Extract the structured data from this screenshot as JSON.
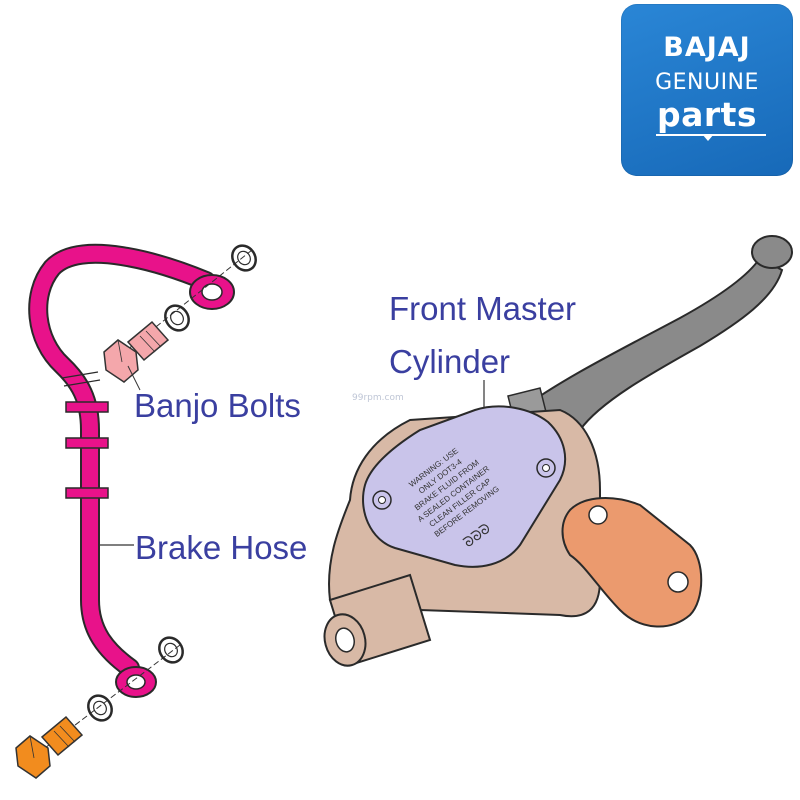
{
  "logo": {
    "brand": "BAJAJ",
    "line2": "GENUINE",
    "line3": "parts",
    "background_color": "#1f78c8"
  },
  "labels": {
    "front_master": "Front Master",
    "cylinder": "Cylinder",
    "banjo_bolts": "Banjo Bolts",
    "brake_hose": "Brake Hose"
  },
  "watermark": "99rpm.com",
  "colors": {
    "hose": "#e8128a",
    "top_bolt": "#f4a7ab",
    "bottom_bolt": "#f28c1e",
    "cylinder_body": "#d8b9a6",
    "reservoir_cap": "#c9c4ea",
    "clamp": "#eb9a6e",
    "lever": "#8a8a8a",
    "label_text": "#3a3fa0"
  },
  "cap_text": [
    "WARNING: USE",
    "ONLY DOT3-4",
    "BRAKE FLUID FROM",
    "A SEALED CONTAINER",
    "CLEAN FILLER CAP",
    "BEFORE REMOVING"
  ]
}
